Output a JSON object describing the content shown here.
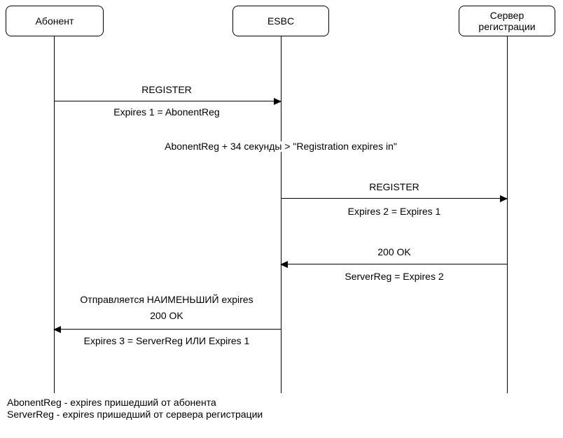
{
  "diagram": {
    "type": "sequence-diagram",
    "actors": [
      {
        "id": "abonent",
        "label": "Абонент"
      },
      {
        "id": "esbc",
        "label": "ESBC"
      },
      {
        "id": "server",
        "label": "Сервер регистрации"
      }
    ],
    "messages": [
      {
        "from": "Абонент",
        "to": "ESBC",
        "direction": "right",
        "label": "REGISTER",
        "sublabel": "Expires 1 = AbonentReg"
      },
      {
        "from": "ESBC",
        "to": "Сервер регистрации",
        "direction": "right",
        "label": "REGISTER",
        "sublabel": "Expires 2 = Expires 1"
      },
      {
        "from": "Сервер регистрации",
        "to": "ESBC",
        "direction": "left",
        "label": "200 OK",
        "sublabel": "ServerReg = Expires 2"
      },
      {
        "from": "ESBC",
        "to": "Абонент",
        "direction": "left",
        "pre_label": "Отправляется НАИМЕНЬШИЙ expires",
        "label": "200 OK",
        "sublabel": "Expires 3 = ServerReg ИЛИ Expires 1"
      }
    ],
    "note": "AbonentReg + 34 секунды > \"Registration expires in\"",
    "legend": [
      "AbonentReg - expires пришедший от абонента",
      "ServerReg - expires пришедший от сервера регистрации"
    ],
    "colors": {
      "line": "#000000",
      "text": "#000000",
      "background": "#ffffff"
    }
  }
}
